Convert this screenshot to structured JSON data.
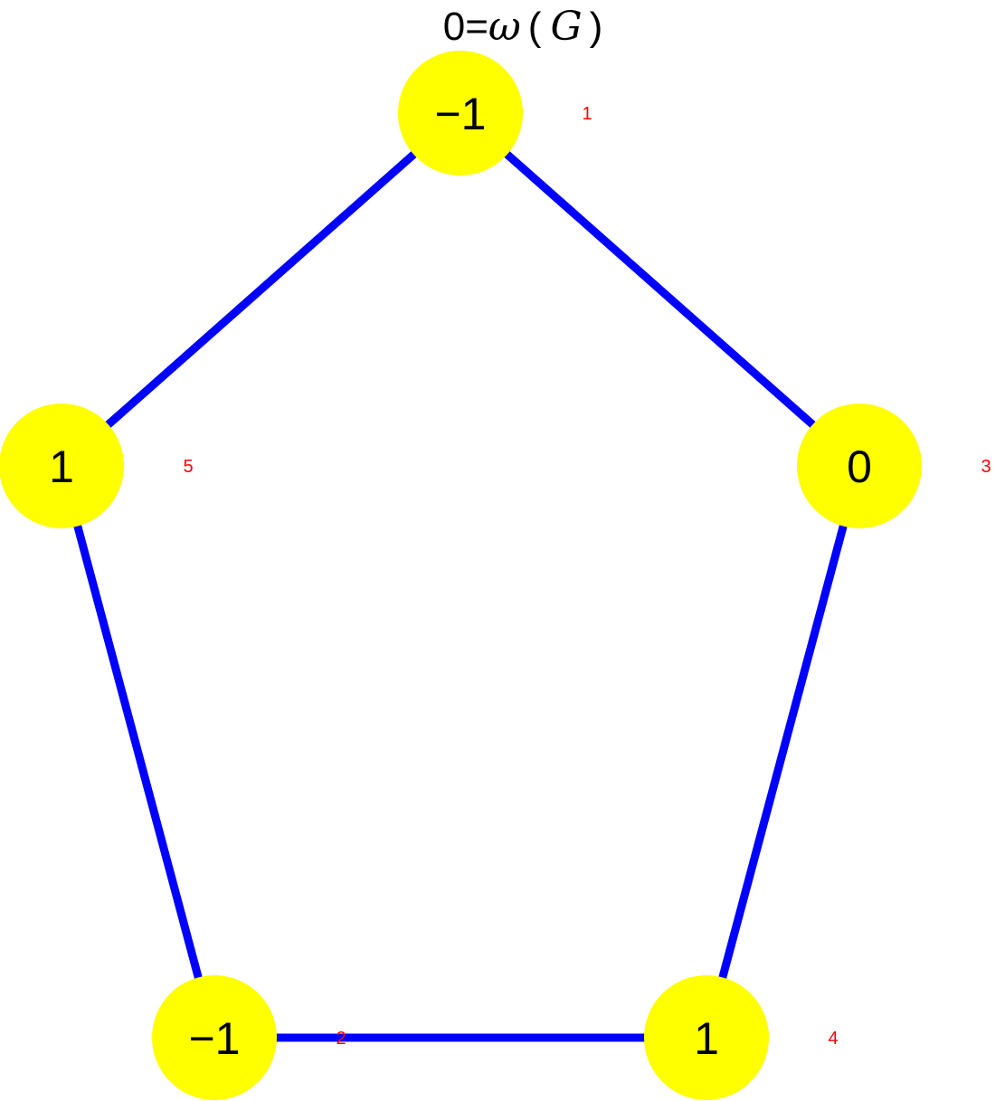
{
  "title": {
    "prefix": "0=",
    "omega": "ω",
    "open": "(",
    "var": "G",
    "close": ")"
  },
  "colors": {
    "edge": "#0000ff",
    "node_fill": "#ffff00",
    "node_text": "#000000",
    "id_label": "#ff0000",
    "background": "#ffffff"
  },
  "nodes": [
    {
      "id": "1",
      "value": "−1"
    },
    {
      "id": "2",
      "value": "−1"
    },
    {
      "id": "3",
      "value": "0"
    },
    {
      "id": "4",
      "value": "1"
    },
    {
      "id": "5",
      "value": "1"
    }
  ],
  "edges": [
    [
      "1",
      "3"
    ],
    [
      "3",
      "4"
    ],
    [
      "4",
      "2"
    ],
    [
      "2",
      "5"
    ],
    [
      "5",
      "1"
    ]
  ]
}
